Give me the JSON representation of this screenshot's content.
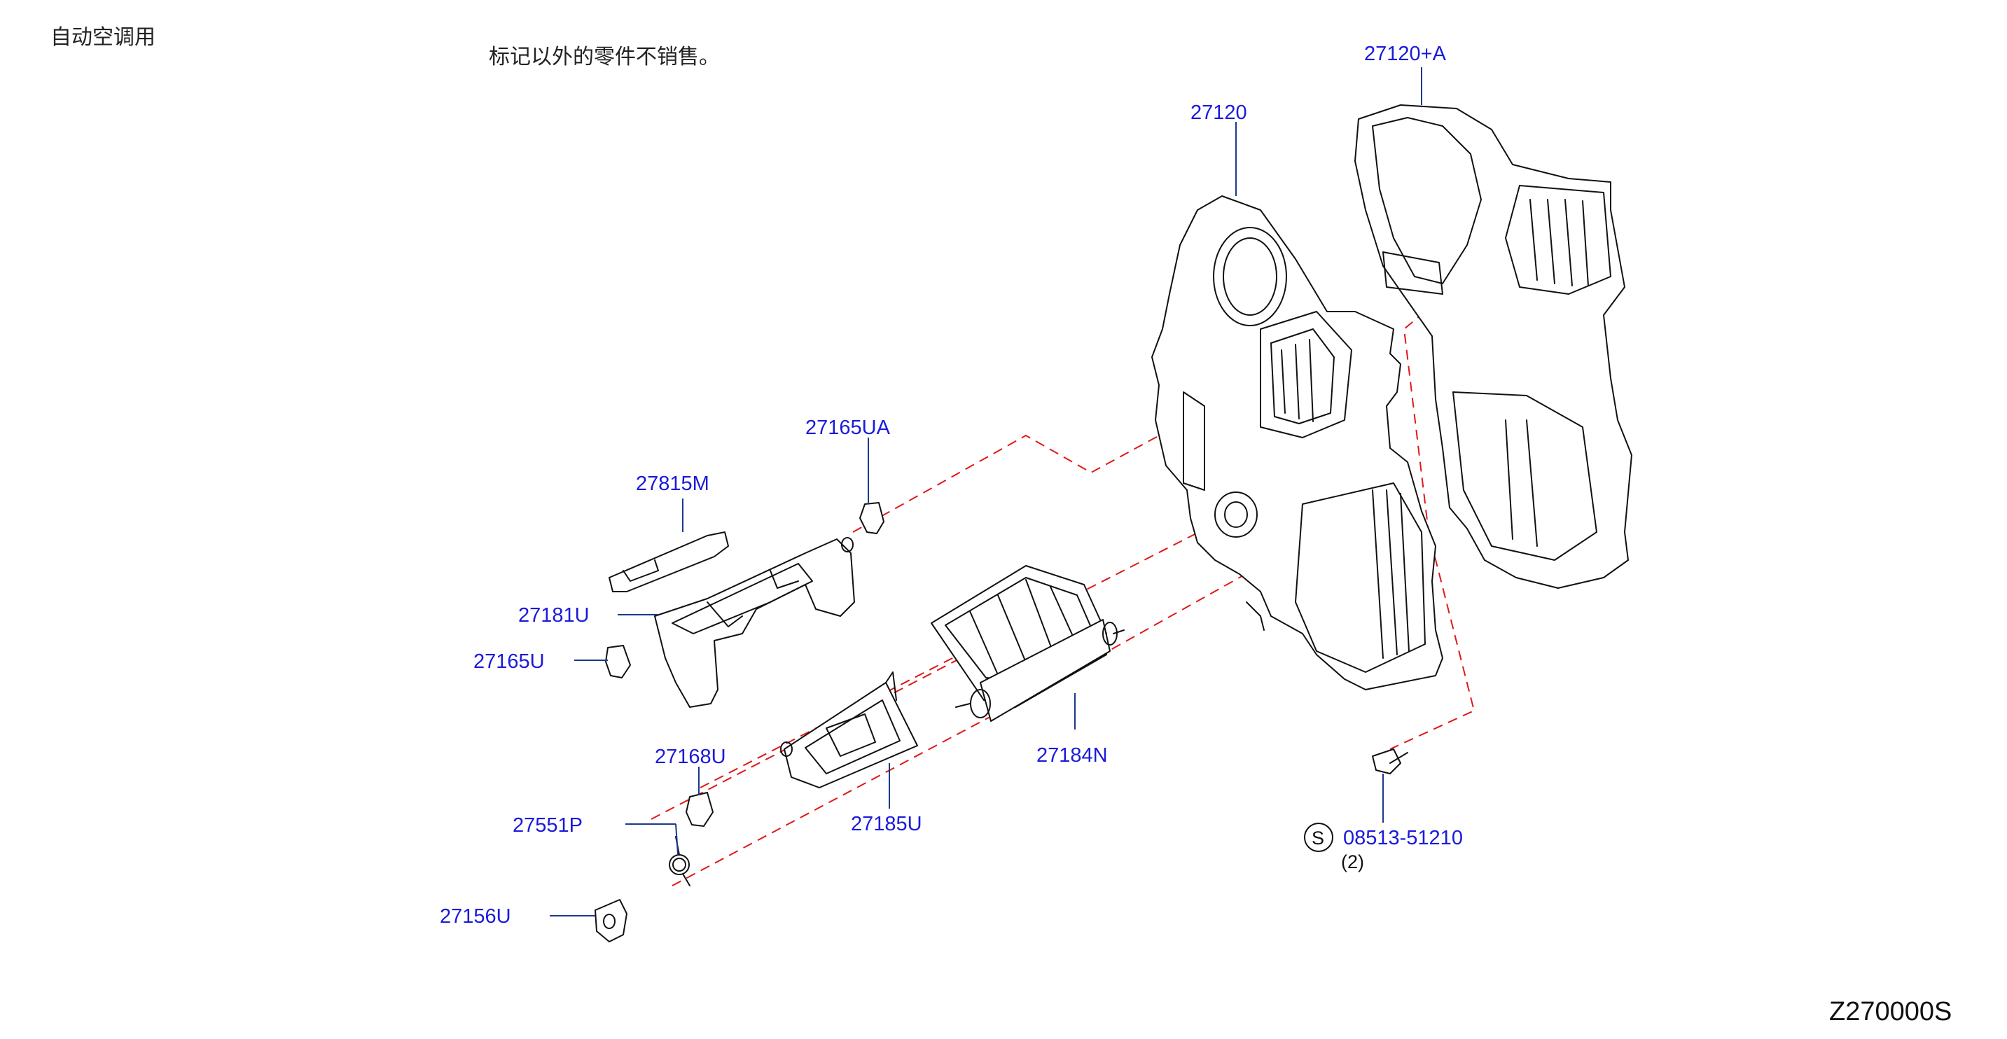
{
  "header": {
    "title": "自动空调用",
    "note": "标记以外的零件不销售。"
  },
  "footer": {
    "diagram_code": "Z270000S"
  },
  "callouts": {
    "p27120A": "27120+A",
    "p27120": "27120",
    "p27165UA": "27165UA",
    "p27815M": "27815M",
    "p27181U": "27181U",
    "p27165U": "27165U",
    "p27168U": "27168U",
    "p27551P": "27551P",
    "p27156U": "27156U",
    "p27185U": "27185U",
    "p27184N": "27184N",
    "p0851351210": "08513-51210",
    "qty_bolt": "(2)",
    "standard_mark": "S"
  },
  "colors": {
    "callout": "#1a1adb",
    "leader": "#1a3a8a",
    "dashed_line": "#e01818"
  }
}
